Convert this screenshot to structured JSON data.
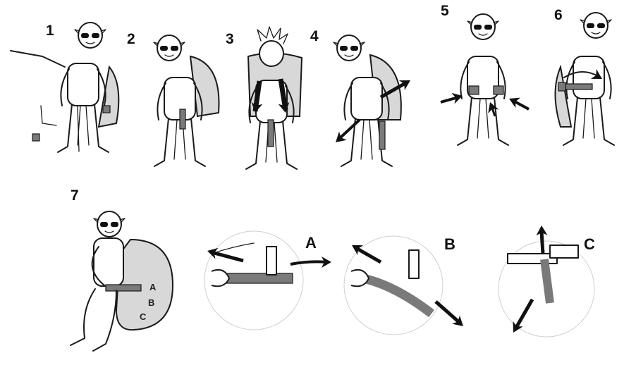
{
  "steps": [
    {
      "number": "1"
    },
    {
      "number": "2"
    },
    {
      "number": "3"
    },
    {
      "number": "4"
    },
    {
      "number": "5"
    },
    {
      "number": "6"
    },
    {
      "number": "7"
    }
  ],
  "step7_strap_labels": [
    "A",
    "B",
    "C"
  ],
  "details": [
    {
      "label": "A"
    },
    {
      "label": "B"
    },
    {
      "label": "C"
    }
  ],
  "colors": {
    "ink": "#1a1a1a",
    "pack": "#d8d8d8",
    "strap": "#7a7a7a",
    "arrow": "#111111"
  }
}
